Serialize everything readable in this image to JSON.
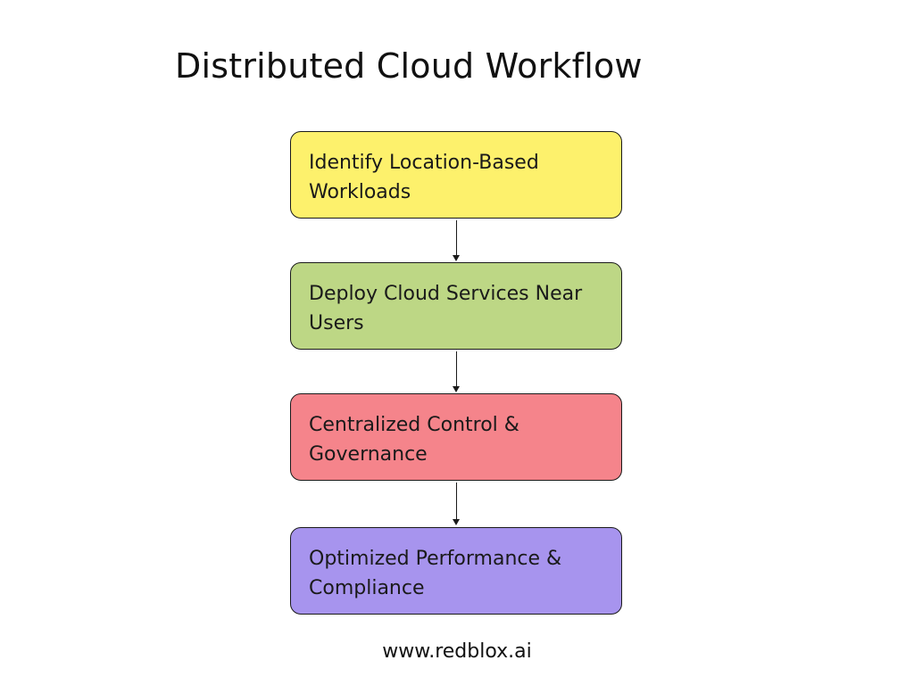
{
  "title": "Distributed Cloud Workflow",
  "steps": [
    {
      "label": "Identify Location-Based Workloads",
      "color": "#fdf16c"
    },
    {
      "label": "Deploy Cloud Services Near Users",
      "color": "#bdd785"
    },
    {
      "label": "Centralized Control & Governance",
      "color": "#f5848b"
    },
    {
      "label": "Optimized Performance & Compliance",
      "color": "#a794ee"
    }
  ],
  "footer": "www.redblox.ai"
}
